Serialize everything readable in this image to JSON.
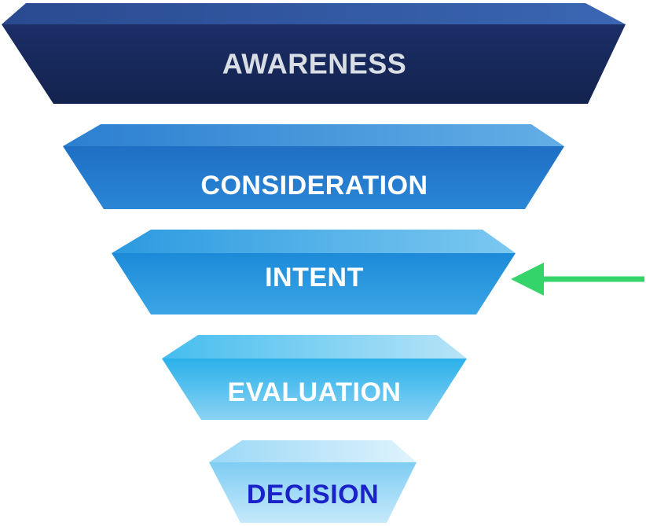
{
  "stages": [
    {
      "label": "AWARENESS",
      "text_color": "#d9dde4",
      "face_top": "#1b2e66",
      "face_bottom": "#13234f",
      "top_face": "#2a4a90",
      "top_face_light": "#3a66b3"
    },
    {
      "label": "CONSIDERATION",
      "text_color": "#ffffff",
      "face_top": "#1f6fc4",
      "face_bottom": "#2a86d6",
      "top_face": "#2b7fd0",
      "top_face_light": "#63aee6"
    },
    {
      "label": "INTENT",
      "text_color": "#ffffff",
      "face_top": "#1c8ad8",
      "face_bottom": "#3aa6e6",
      "top_face": "#2b9ae0",
      "top_face_light": "#7cc8f0"
    },
    {
      "label": "EVALUATION",
      "text_color": "#ffffff",
      "face_top": "#2ab0ea",
      "face_bottom": "#8ad3f4",
      "top_face": "#45bdee",
      "top_face_light": "#b7e4f8"
    },
    {
      "label": "DECISION",
      "text_color": "#1a22c8",
      "face_top": "#7fcdf3",
      "face_bottom": "#c5e9fb",
      "top_face": "#9ad8f6",
      "top_face_light": "#dff3fd"
    }
  ],
  "highlighted_stage": "INTENT",
  "arrow_color": "#35d46a"
}
